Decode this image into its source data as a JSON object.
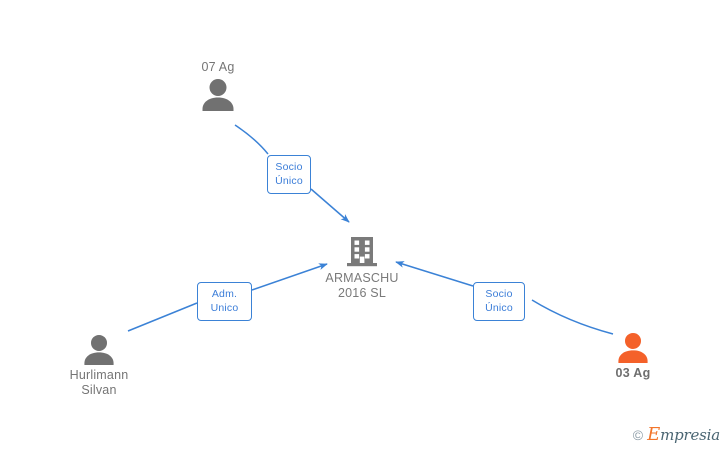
{
  "diagram": {
    "title": "ARMASCHU 2016 SL corporate relationship chart",
    "background_color": "#ffffff",
    "edge_color": "#3b82d6",
    "person_color": "#717171",
    "highlight_person_color": "#f4612a",
    "company_color": "#7a7a7a",
    "label_text_color": "#3b7dd8"
  },
  "nodes": {
    "company": {
      "name": "ARMASCHU\n2016  SL",
      "icon": "building-icon",
      "color": "#7a7a7a"
    },
    "top_person": {
      "name": "07 Ag",
      "icon": "person-icon",
      "color": "#717171"
    },
    "left_person": {
      "name": "Hurlimann\nSilvan",
      "icon": "person-icon",
      "color": "#717171"
    },
    "right_person": {
      "name": "03 Ag",
      "icon": "person-icon",
      "color": "#f4612a"
    }
  },
  "relations": [
    {
      "id": "top",
      "label": "Socio\nÚnico",
      "from": "07 Ag",
      "to": "ARMASCHU 2016 SL"
    },
    {
      "id": "left",
      "label": "Adm.\nUnico",
      "from": "Hurlimann Silvan",
      "to": "ARMASCHU 2016 SL"
    },
    {
      "id": "right",
      "label": "Socio\nÚnico",
      "from": "03 Ag",
      "to": "ARMASCHU 2016 SL"
    }
  ],
  "watermark": {
    "copyright": "©",
    "brand_lead": "E",
    "brand_rest": "mpresia"
  }
}
